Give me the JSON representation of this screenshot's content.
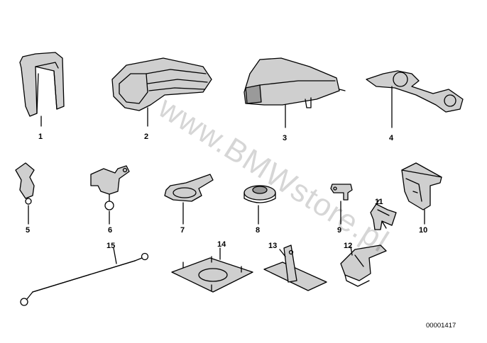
{
  "diagram": {
    "part_labels": [
      "1",
      "2",
      "3",
      "4",
      "5",
      "6",
      "7",
      "8",
      "9",
      "10",
      "11",
      "12",
      "13",
      "14",
      "15"
    ],
    "drawing_code": "00001417",
    "watermark": "www.BMWstore.pl"
  }
}
